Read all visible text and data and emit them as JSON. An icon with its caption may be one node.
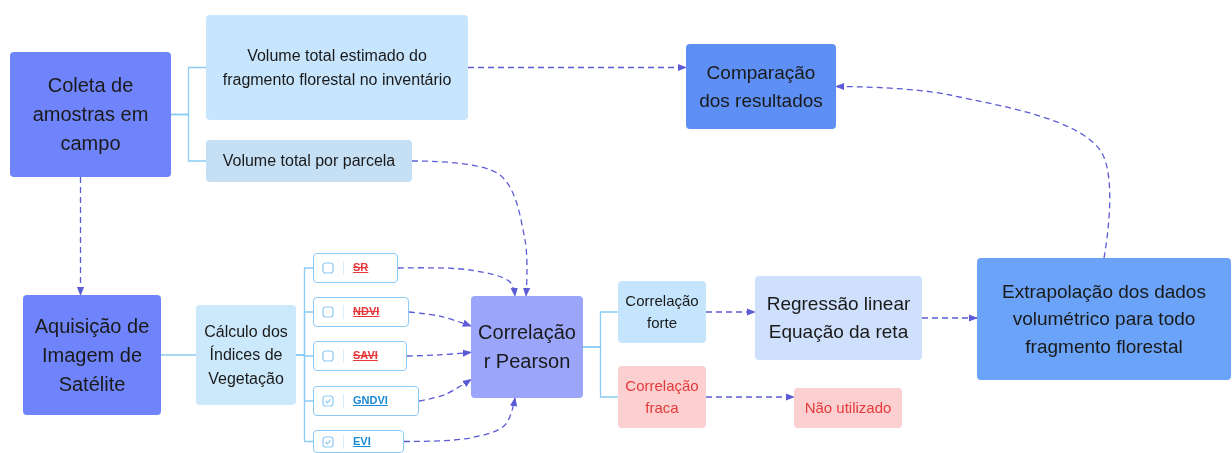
{
  "diagram": {
    "nodes": [
      {
        "text": [
          "Coleta de amostras em campo"
        ]
      },
      {
        "text": [
          "Volume total estimado do fragmento florestal no inventário"
        ]
      },
      {
        "text": [
          "Volume total por parcela"
        ]
      },
      {
        "text": [
          "Comparação dos resultados"
        ]
      },
      {
        "text": [
          "Aquisição de Imagem de Satélite"
        ]
      },
      {
        "text": [
          "Cálculo dos Índices de Vegetação"
        ]
      },
      {
        "text": [
          "SR"
        ]
      },
      {
        "text": [
          "NDVI"
        ]
      },
      {
        "text": [
          "SAVI"
        ]
      },
      {
        "text": [
          "GNDVI"
        ]
      },
      {
        "text": [
          "EVI"
        ]
      },
      {
        "text": [
          "Correlação r Pearson"
        ]
      },
      {
        "text": [
          "Correlação forte"
        ]
      },
      {
        "text": [
          "Correlação fraca"
        ]
      },
      {
        "text": [
          "Regressão linear Equação da reta"
        ]
      },
      {
        "text": [
          "Extrapolação dos dados volumétrico para todo fragmento florestal"
        ]
      },
      {
        "text": [
          "Não utilizado"
        ]
      }
    ],
    "edges": [
      {
        "from": 0,
        "to": 1,
        "arrow": "none",
        "color": "#8ccbf5"
      },
      {
        "from": 0,
        "to": 2,
        "arrow": "none",
        "color": "#8ccbf5"
      },
      {
        "from": 1,
        "to": 3,
        "arrow": "to",
        "style": "dashed"
      },
      {
        "from": 2,
        "to": 11,
        "arrow": "to",
        "style": "dashed"
      },
      {
        "from": 0,
        "to": 4,
        "arrow": "to",
        "style": "dashed"
      },
      {
        "from": 4,
        "to": 5,
        "arrow": "none",
        "color": "#8ccbf5"
      },
      {
        "from": 5,
        "to": 6,
        "arrow": "none",
        "color": "#8ccbf5"
      },
      {
        "from": 5,
        "to": 7,
        "arrow": "none",
        "color": "#8ccbf5"
      },
      {
        "from": 5,
        "to": 8,
        "arrow": "none",
        "color": "#8ccbf5"
      },
      {
        "from": 5,
        "to": 9,
        "arrow": "none",
        "color": "#8ccbf5"
      },
      {
        "from": 5,
        "to": 10,
        "arrow": "none",
        "color": "#8ccbf5"
      },
      {
        "from": 6,
        "to": 11,
        "arrow": "to",
        "style": "dashed"
      },
      {
        "from": 7,
        "to": 11,
        "arrow": "to",
        "style": "dashed"
      },
      {
        "from": 8,
        "to": 11,
        "arrow": "to",
        "style": "dashed"
      },
      {
        "from": 9,
        "to": 11,
        "arrow": "to",
        "style": "dashed"
      },
      {
        "from": 10,
        "to": 11,
        "arrow": "to",
        "style": "dashed"
      },
      {
        "from": 11,
        "to": 12,
        "arrow": "none",
        "color": "#8ccbf5"
      },
      {
        "from": 11,
        "to": 13,
        "arrow": "none",
        "color": "#8ccbf5"
      },
      {
        "from": 12,
        "to": 14,
        "arrow": "to",
        "style": "dashed"
      },
      {
        "from": 13,
        "to": 16,
        "arrow": "to",
        "style": "dashed"
      },
      {
        "from": 14,
        "to": 15,
        "arrow": "to",
        "style": "dashed"
      },
      {
        "from": 15,
        "to": 3,
        "arrow": "to",
        "style": "dashed"
      }
    ]
  }
}
